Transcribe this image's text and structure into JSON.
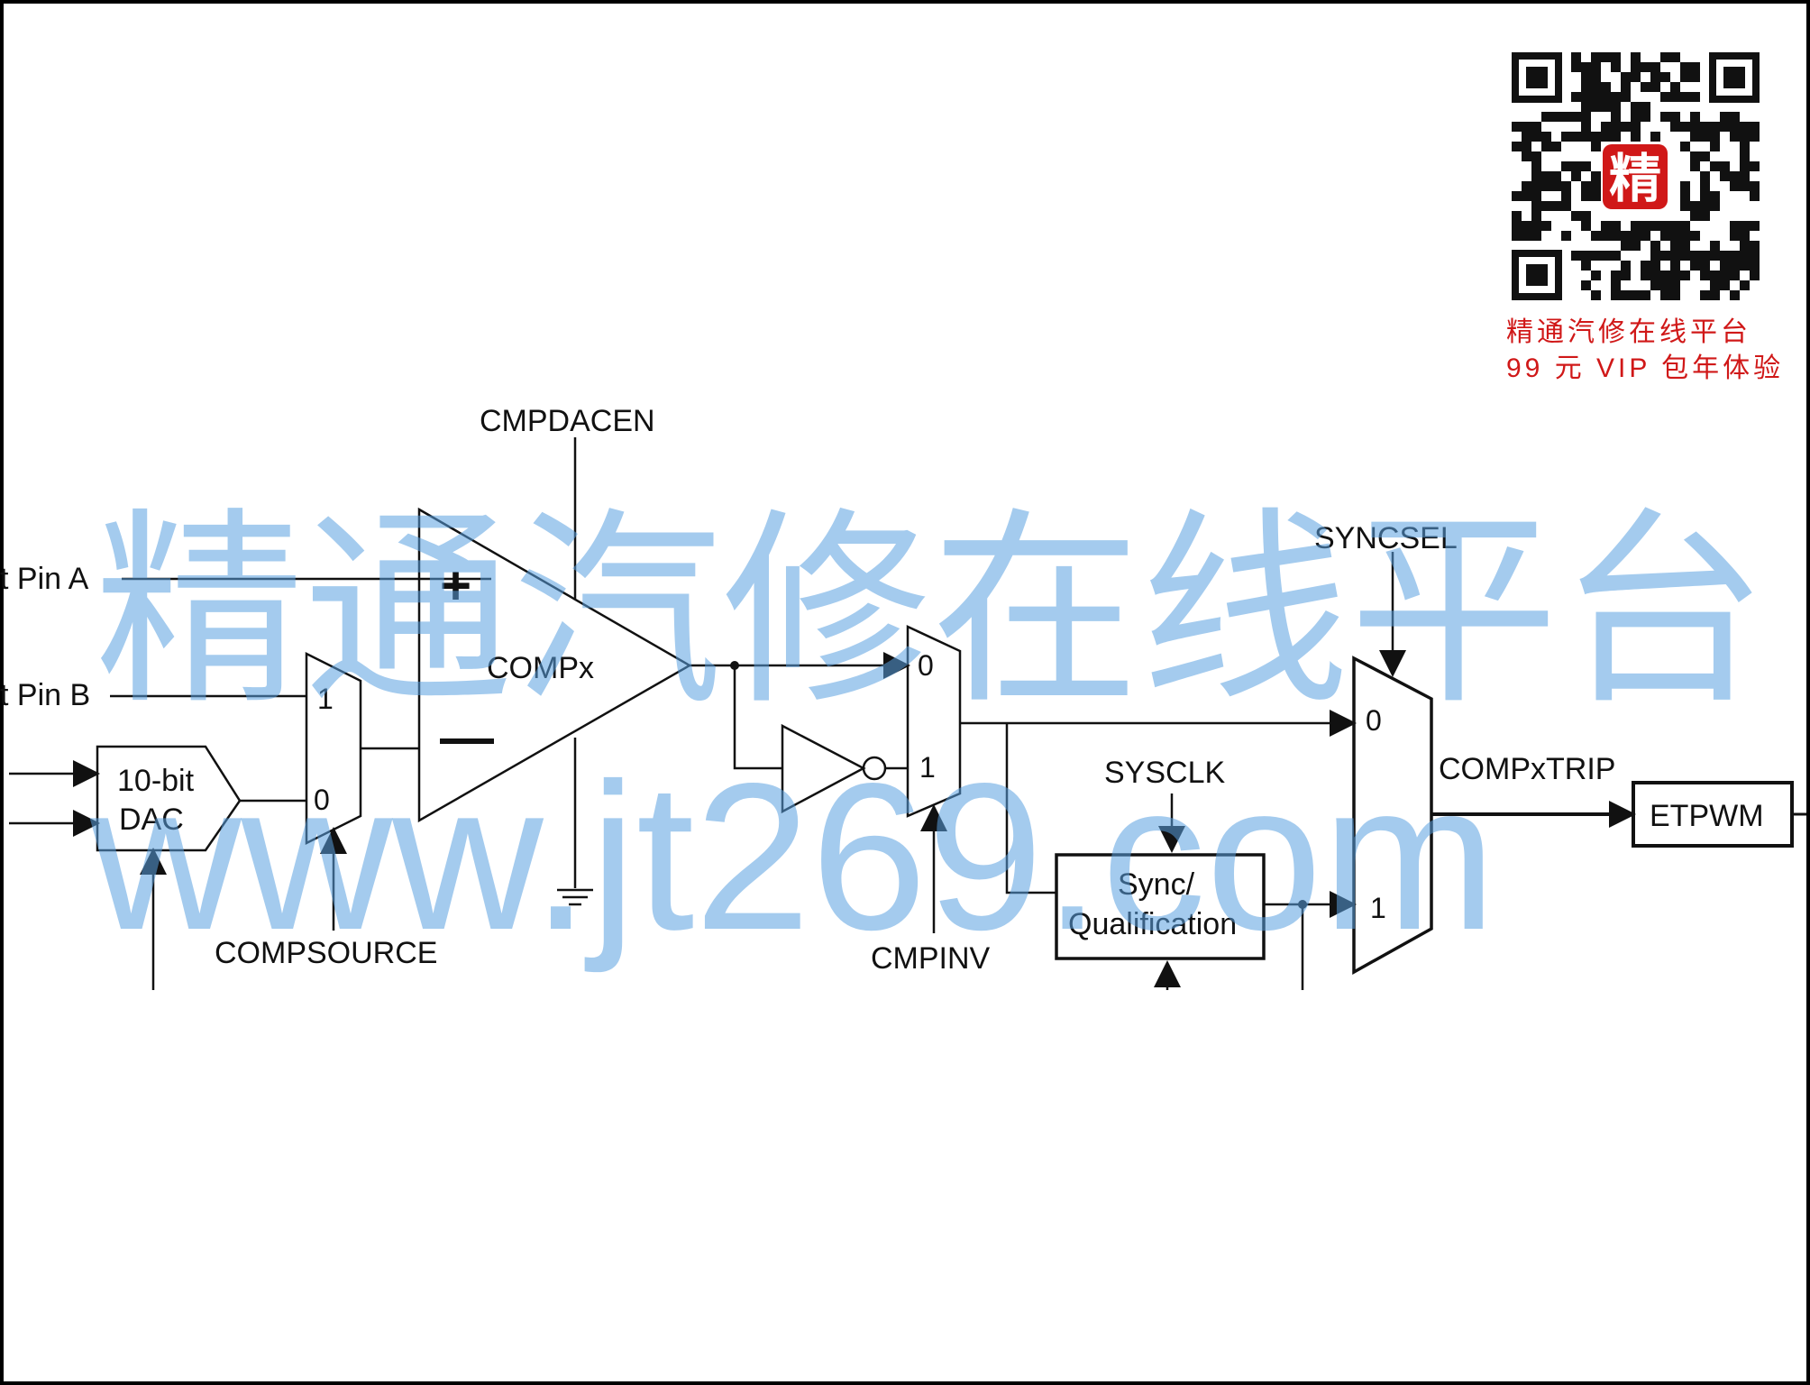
{
  "labels": {
    "pin_a": "t Pin A",
    "pin_b": "t Pin B",
    "dac_line1": "10-bit",
    "dac_line2": "DAC",
    "compsource": "COMPSOURCE",
    "cmpdacen": "CMPDACEN",
    "compx": "COMPx",
    "plus": "+",
    "minus": "—",
    "mux1_in1": "1",
    "mux1_in0": "0",
    "mux2_in0": "0",
    "mux2_in1": "1",
    "cmpinv": "CMPINV",
    "syncsel": "SYNCSEL",
    "sysclk": "SYSCLK",
    "sync_line1": "Sync/",
    "sync_line2": "Qualification",
    "mux3_in0": "0",
    "mux3_in1": "1",
    "compxtrip": "COMPxTRIP",
    "etpwm": "ETPWM"
  },
  "watermark": {
    "text": "精通汽修在线平台",
    "url": "www.jt269.com"
  },
  "promo": {
    "qr_mark": "精",
    "line1": "精通汽修在线平台",
    "line2": "99 元 VIP 包年体验"
  },
  "colors": {
    "line": "#111111",
    "watermark": "#5aa0e0",
    "promo": "#d01818"
  }
}
